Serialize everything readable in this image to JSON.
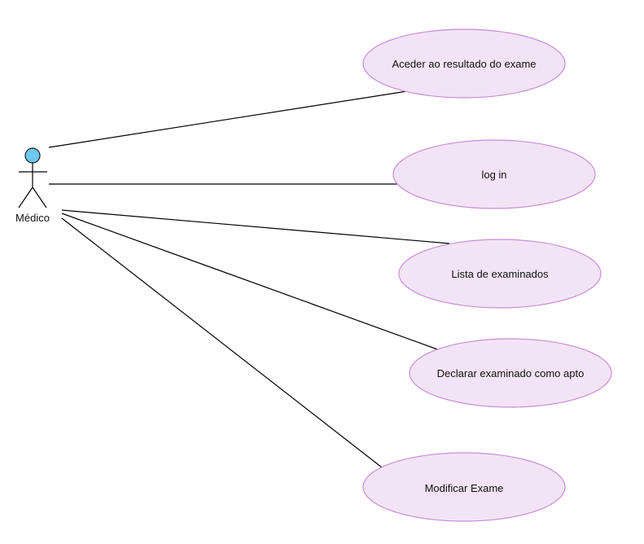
{
  "actor": {
    "name": "Médico"
  },
  "use_cases": [
    {
      "id": "uc-aceder",
      "label": "Aceder ao resultado do exame"
    },
    {
      "id": "uc-login",
      "label": "log in"
    },
    {
      "id": "uc-lista",
      "label": "Lista de examinados"
    },
    {
      "id": "uc-declarar",
      "label": "Declarar examinado como apto"
    },
    {
      "id": "uc-modificar",
      "label": "Modificar Exame"
    }
  ],
  "colors": {
    "use_case_fill": "#f2e4f6",
    "use_case_stroke": "#c98bd8",
    "actor_head": "#6cc8ef"
  }
}
